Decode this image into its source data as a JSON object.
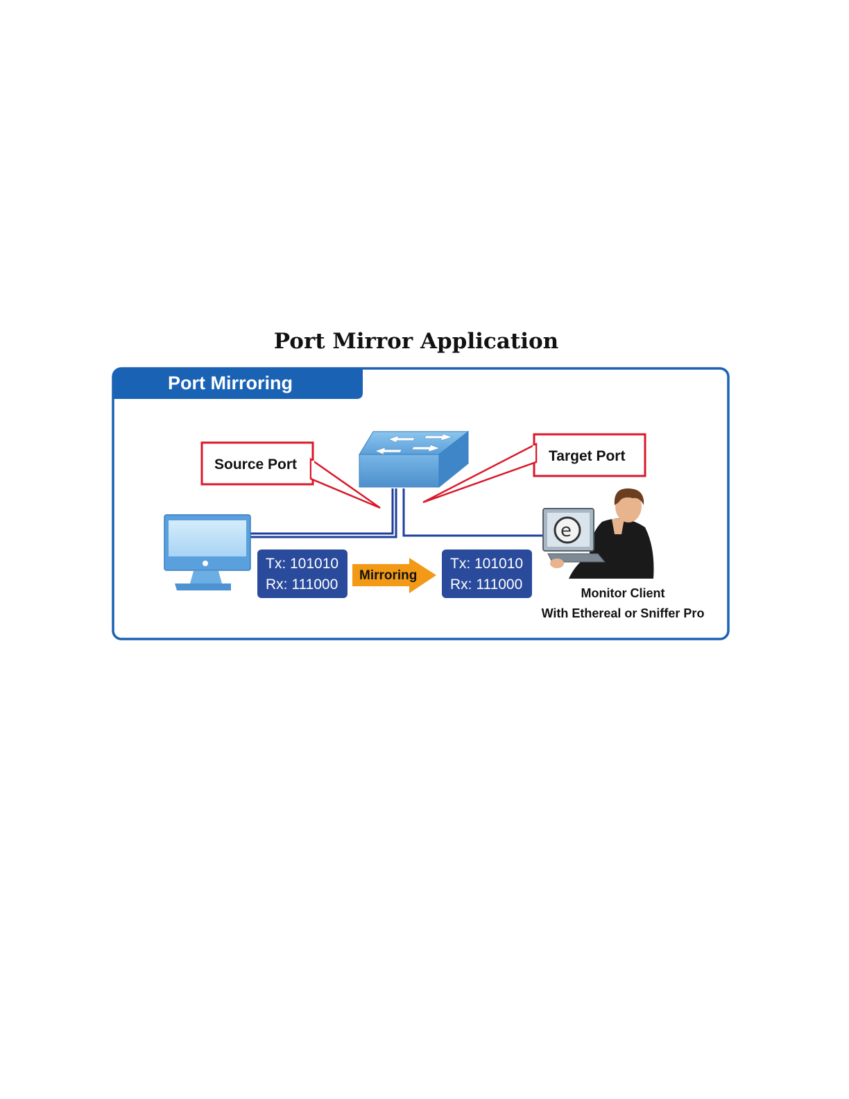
{
  "document": {
    "title": "Port Mirror Application"
  },
  "diagram": {
    "panel_title": "Port Mirroring",
    "source_label": "Source Port",
    "target_label": "Target Port",
    "source_traffic": {
      "tx": "Tx: 101010",
      "rx": "Rx: 111000"
    },
    "target_traffic": {
      "tx": "Tx: 101010",
      "rx": "Rx: 111000"
    },
    "arrow_label": "Mirroring",
    "monitor_caption": {
      "line1": "Monitor Client",
      "line2": "With Ethereal or Sniffer Pro"
    },
    "colors": {
      "frame": "#1a62b4",
      "header": "#1a62b4",
      "callout": "#d9182a",
      "traffic_box": "#2a4a9c",
      "arrow": "#f29a16",
      "switch": "#6aaee4",
      "cable": "#1e3f9a"
    },
    "icons": {
      "source": "desktop-computer-icon",
      "switch": "network-switch-icon",
      "client": "person-with-laptop-icon"
    }
  }
}
